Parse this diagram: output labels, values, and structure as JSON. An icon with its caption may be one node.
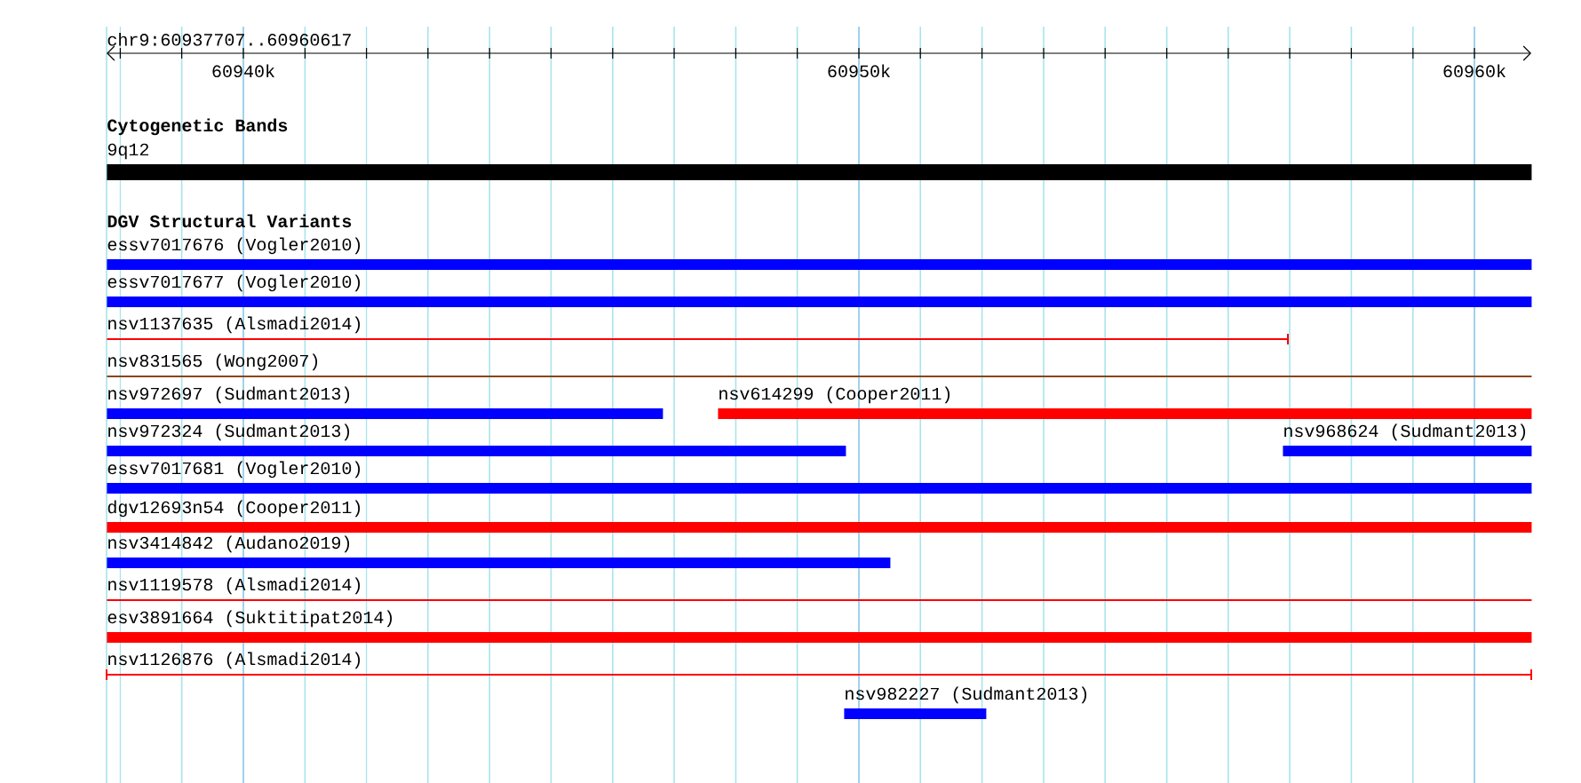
{
  "diagram": {
    "nodes": [
      {
        "text": [
          "9q12"
        ]
      },
      {
        "text": [
          "essv7017676 (Vogler2010)"
        ]
      },
      {
        "text": [
          "essv7017677 (Vogler2010)"
        ]
      },
      {
        "text": [
          "nsv1137635 (Alsmadi2014)"
        ]
      },
      {
        "text": [
          "nsv831565 (Wong2007)"
        ]
      },
      {
        "text": [
          "nsv972697 (Sudmant2013)"
        ]
      },
      {
        "text": [
          "nsv614299 (Cooper2011)"
        ]
      },
      {
        "text": [
          "nsv972324 (Sudmant2013)"
        ]
      },
      {
        "text": [
          "nsv968624 (Sudmant2013)"
        ]
      },
      {
        "text": [
          "essv7017681 (Vogler2010)"
        ]
      },
      {
        "text": [
          "dgv12693n54 (Cooper2011)"
        ]
      },
      {
        "text": [
          "nsv3414842 (Audano2019)"
        ]
      },
      {
        "text": [
          "nsv1119578 (Alsmadi2014)"
        ]
      },
      {
        "text": [
          "esv3891664 (Suktitipat2014)"
        ]
      },
      {
        "text": [
          "nsv1126876 (Alsmadi2014)"
        ]
      },
      {
        "text": [
          "nsv982227 (Sudmant2013)"
        ]
      }
    ],
    "labels": [
      "chr9:60937707..60960617",
      "60940k",
      "60950k",
      "60960k",
      "Cytogenetic Bands",
      "DGV Structural Variants"
    ]
  }
}
